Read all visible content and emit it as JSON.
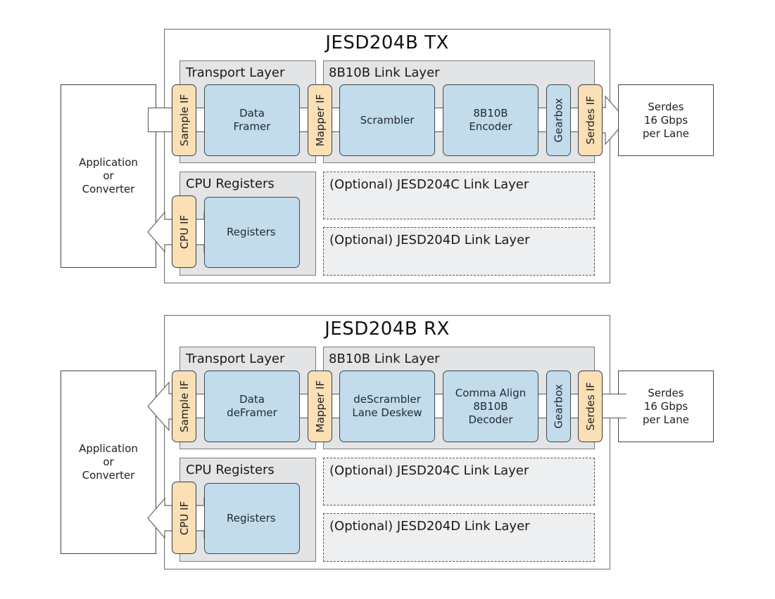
{
  "diagrams": [
    {
      "title": "JESD204B TX",
      "application": [
        "Application",
        "or",
        "Converter"
      ],
      "transport_layer": {
        "label": "Transport Layer",
        "sample_if": "Sample IF",
        "framer": [
          "Data",
          "Framer"
        ]
      },
      "link_layer": {
        "label": "8B10B Link Layer",
        "mapper_if": "Mapper IF",
        "block1": [
          "Scrambler"
        ],
        "block2": [
          "8B10B",
          "Encoder"
        ],
        "gearbox": "Gearbox",
        "serdes_if": "Serdes IF"
      },
      "serdes": [
        "Serdes",
        "16 Gbps",
        "per Lane"
      ],
      "cpu_registers": {
        "label": "CPU Registers",
        "cpu_if": "CPU IF",
        "registers": "Registers"
      },
      "optional_c": "(Optional) JESD204C Link Layer",
      "optional_d": "(Optional) JESD204D Link Layer",
      "data_direction": "application-to-serdes"
    },
    {
      "title": "JESD204B RX",
      "application": [
        "Application",
        "or",
        "Converter"
      ],
      "transport_layer": {
        "label": "Transport Layer",
        "sample_if": "Sample IF",
        "framer": [
          "Data",
          "deFramer"
        ]
      },
      "link_layer": {
        "label": "8B10B Link Layer",
        "mapper_if": "Mapper IF",
        "block1": [
          "deScrambler",
          "Lane Deskew"
        ],
        "block2": [
          "Comma Align",
          "8B10B",
          "Decoder"
        ],
        "gearbox": "Gearbox",
        "serdes_if": "Serdes IF"
      },
      "serdes": [
        "Serdes",
        "16 Gbps",
        "per Lane"
      ],
      "cpu_registers": {
        "label": "CPU Registers",
        "cpu_if": "CPU IF",
        "registers": "Registers"
      },
      "optional_c": "(Optional) JESD204C Link Layer",
      "optional_d": "(Optional) JESD204D Link Layer",
      "data_direction": "serdes-to-application"
    }
  ],
  "colors": {
    "interface_block": "#fbe0b5",
    "function_block": "#c3dceb",
    "layer_background": "#e3e4e6",
    "optional_background": "#eeeff0"
  }
}
